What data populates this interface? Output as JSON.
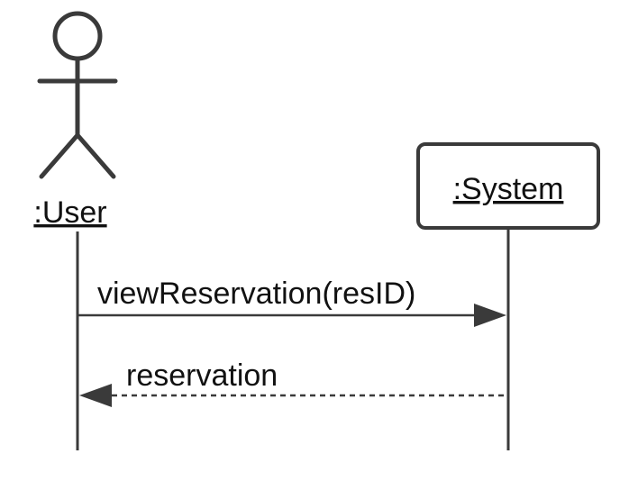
{
  "diagram": {
    "participants": [
      {
        "id": "user",
        "kind": "actor",
        "label": ":User"
      },
      {
        "id": "system",
        "kind": "object",
        "label": ":System"
      }
    ],
    "messages": [
      {
        "from": "user",
        "to": "system",
        "style": "solid",
        "label": "viewReservation(resID)"
      },
      {
        "from": "system",
        "to": "user",
        "style": "dashed",
        "label": "reservation"
      }
    ],
    "colors": {
      "line": "#3a3a3a",
      "text": "#111111",
      "box_fill": "#ffffff"
    }
  }
}
